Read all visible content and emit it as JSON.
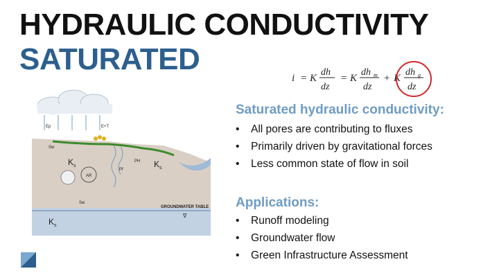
{
  "slide": {
    "title": "HYDRAULIC CONDUCTIVITY",
    "subtitle": "SATURATED"
  },
  "equation": {
    "lhs": "i",
    "coef": "K",
    "num": "dh",
    "den": "dz",
    "num_m": "dh",
    "sub_m": "m",
    "num_g": "dh",
    "sub_g": "g",
    "eq": "=",
    "plus": "+",
    "highlight_color": "#d0282a"
  },
  "saturated": {
    "heading": "Saturated hydraulic conductivity:",
    "bullets": [
      "All pores are contributing to fluxes",
      "Primarily driven by gravitational forces",
      "Less common state of flow in soil"
    ]
  },
  "applications": {
    "heading": "Applications:",
    "bullets": [
      "Runoff modeling",
      "Groundwater flow",
      "Green Infrastructure Assessment"
    ]
  },
  "diagram": {
    "labels": {
      "ks_left": "K",
      "ks_left_sub": "s",
      "ks_right": "K",
      "ks_right_sub": "s",
      "ks_bottom": "K",
      "ks_bottom_sub": "s",
      "groundwater_table": "GROUNDWATER TABLE",
      "ar": "AR",
      "sw": "Sw",
      "ph": "PH",
      "pf": "Pf",
      "ep": "Ep",
      "etr": "E+T",
      "water_table_symbol": "∇"
    },
    "colors": {
      "cloud": "#e8eef4",
      "rain": "#6f9cc4",
      "ground": "#d9cfc4",
      "grass": "#3c8a2e",
      "water": "#9fbad6",
      "groundwater": "#c3d2e2"
    }
  }
}
